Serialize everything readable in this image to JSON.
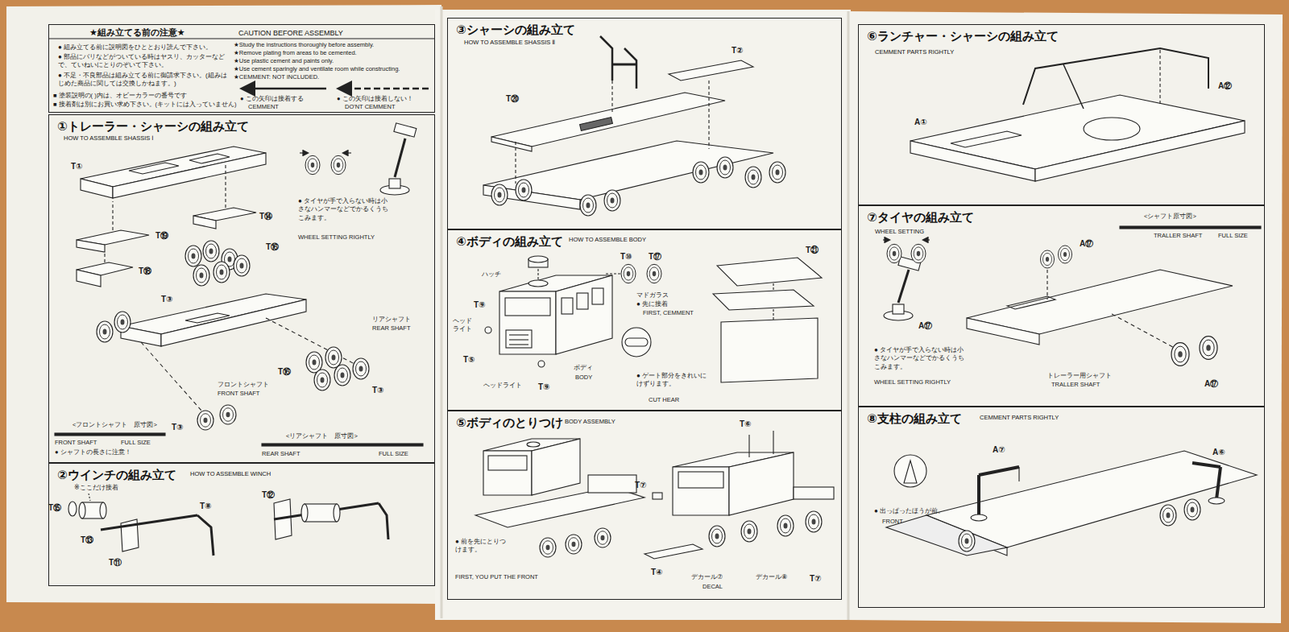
{
  "diagram": {
    "nodes": [
      {
        "text": [
          "★組み立てる前の注意★",
          "CAUTION BEFORE ASSEMBLY"
        ]
      },
      {
        "text": [
          "①トレーラー・シャーシの組み立て",
          "HOW TO ASSEMBLE SHASSIS Ⅰ"
        ]
      },
      {
        "text": [
          "②ウインチの組み立て",
          "HOW TO ASSEMBLE WINCH"
        ]
      },
      {
        "text": [
          "③シャーシの組み立て",
          "HOW TO ASSEMBLE SHASSIS Ⅱ"
        ]
      },
      {
        "text": [
          "④ボディの組み立て",
          "HOW TO ASSEMBLE BODY"
        ]
      },
      {
        "text": [
          "⑤ボディのとりつけ",
          "BODY ASSEMBLY"
        ]
      },
      {
        "text": [
          "⑥ランチャー・シャーシの組み立て",
          "CEMMENT PARTS RIGHTLY"
        ]
      },
      {
        "text": [
          "⑦タイヤの組み立て",
          "WHEEL SETTING"
        ]
      },
      {
        "text": [
          "⑧支柱の組み立て",
          "CEMMENT PARTS RIGHTLY"
        ]
      }
    ],
    "labels": [
      "● 組み立てる前に説明図をひととおり読んで下さい。",
      "● 部品にバリなどがついている時はヤスリ、カッターなどで、ていねいにとりのぞいて下さい。",
      "● 不足・不良部品は組み立てる前に御請求下さい。(組みはじめた商品に関しては交換しかねます。)",
      "■ 塗装説明の( )内は、オビーカラーの番号です",
      "■ 接着剤は別にお買い求め下さい。(キットには入っていません)",
      "★Study the instructions thoroughly before assembly.",
      "★Remove plating from areas to be cemented.",
      "★Use plastic cement and paints only.",
      "★Use cement sparingly and ventilate room while constructing.",
      "★CEMMENT: NOT INCLUDED.",
      "● この矢印は接着する",
      "CEMMENT",
      "● この矢印は接着しない！",
      "DO'NT CEMMENT",
      "T①",
      "T⑭",
      "T⑲",
      "T⑱",
      "T⑯",
      "T③",
      "● タイヤが手で入らない時は小さなハンマーなどでかるくうちこみます。",
      "WHEEL SETTING RIGHTLY",
      "リアシャフト",
      "REAR SHAFT",
      "T⑯",
      "T③",
      "フロントシャフト",
      "FRONT SHAFT",
      "T③",
      "<フロントシャフト　原寸図>",
      "FRONT SHAFT",
      "FULL SIZE",
      "● シャフトの長さに注意！",
      "<リアシャフト　原寸図>",
      "REAR SHAFT",
      "FULL SIZE",
      "※ここだけ接着",
      "T⑮",
      "T⑬",
      "T⑪",
      "T⑧",
      "T⑫",
      "T⑳",
      "T②",
      "ハッチ",
      "T⑩",
      "T⑰",
      "T㉑",
      "ヘッド ライト",
      "T⑨",
      "T⑤",
      "ヘッドライト",
      "T⑨",
      "ボディ",
      "BODY",
      "マドガラス",
      "● 先に接着",
      "FIRST, CEMMENT",
      "● ゲート部分をきれいにけずります。",
      "CUT HEAR",
      "● 前を先にとりつけます。",
      "FIRST, YOU PUT THE FRONT",
      "T⑥",
      "T⑦",
      "T④",
      "デカール⑦",
      "DECAL",
      "デカール⑧",
      "T⑦",
      "A①",
      "A⑫",
      "<シャフト原寸図>",
      "TRALLER SHAFT",
      "FULL SIZE",
      "A⑰",
      "A⑰",
      "● タイヤが手で入らない時は小さなハンマーなどでかるくうちこみます。",
      "WHEEL SETTING RIGHTLY",
      "トレーラー用シャフト",
      "TRALLER SHAFT",
      "A⑰",
      "● 出っぱったほうが前。",
      "FRONT",
      "A⑦",
      "A⑥"
    ]
  }
}
